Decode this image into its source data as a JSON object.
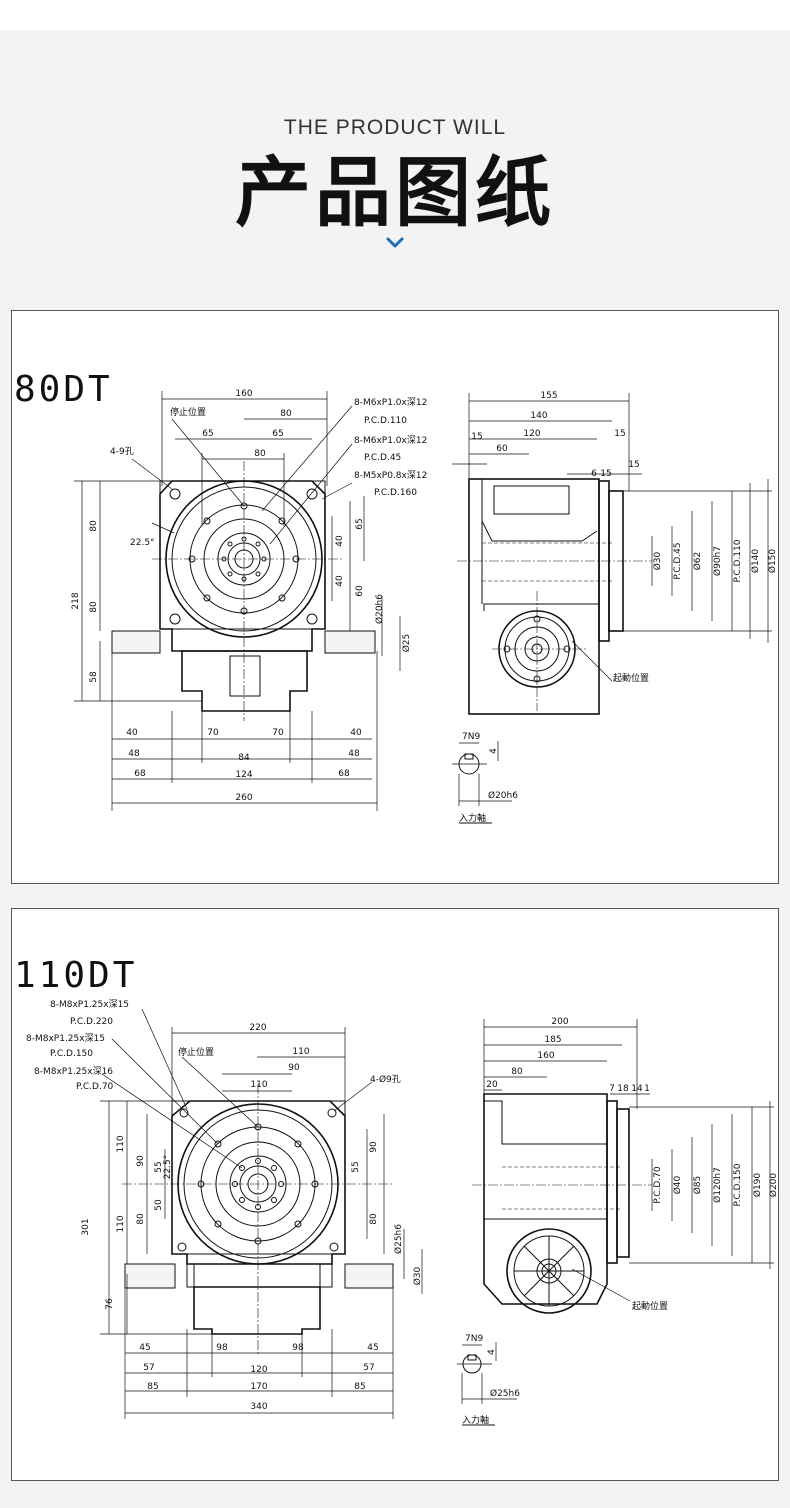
{
  "header": {
    "subtitle": "THE PRODUCT WILL",
    "title": "产品图纸",
    "chevron_icon": "chevron-down-icon",
    "accent_color": "#1a6fb5"
  },
  "drawing_80dt": {
    "model": "80DT",
    "dims": {
      "d160": "160",
      "d80a": "80",
      "d65a": "65",
      "d65b": "65",
      "d80b": "80",
      "stop": "停止位置",
      "holes4": "4-9孔",
      "angle": "22.5°",
      "v80a": "80",
      "v80b": "80",
      "v218": "218",
      "v58": "58",
      "v40a": "40",
      "v40b": "40",
      "v60": "60",
      "v65": "65",
      "phi20": "Ø20h6",
      "phi25": "Ø25",
      "h40a": "40",
      "h48a": "48",
      "h68a": "68",
      "h70a": "70",
      "h70b": "70",
      "h84": "84",
      "h124": "124",
      "h40b": "40",
      "h48b": "48",
      "h68b": "68",
      "h260": "260",
      "c1": "8-M6xP1.0x深12",
      "c2": "P.C.D.110",
      "c3": "8-M6xP1.0x深12",
      "c4": "P.C.D.45",
      "c5": "8-M5xP0.8x深12",
      "c6": "P.C.D.160",
      "s155": "155",
      "s140": "140",
      "s120": "120",
      "s60": "60",
      "s15a": "15",
      "s15b": "15",
      "s6": "6",
      "s15c": "15",
      "s15d": "15",
      "r30": "Ø30",
      "r45": "P.C.D.45",
      "r62": "Ø62",
      "r90": "Ø90h7",
      "r110": "P.C.D.110",
      "r140": "Ø140",
      "r150": "Ø150",
      "start": "起動位置",
      "key": "7N9",
      "key4": "4",
      "shaft": "Ø20h6",
      "input": "入力軸"
    }
  },
  "drawing_110dt": {
    "model": "110DT",
    "dims": {
      "c1": "8-M8xP1.25x深15",
      "c2": "P.C.D.220",
      "c3": "8-M8xP1.25x深15",
      "c4": "P.C.D.150",
      "c5": "8-M8xP1.25x深16",
      "c6": "P.C.D.70",
      "d220": "220",
      "d110": "110",
      "d90": "90",
      "d110b": "110",
      "stop": "停止位置",
      "holes4": "4-Ø9孔",
      "v110a": "110",
      "v90a": "90",
      "v55a": "55",
      "v80a": "80",
      "v50": "50",
      "v110b": "110",
      "v301": "301",
      "v76": "76",
      "angle": "22.5°",
      "v90b": "90",
      "v55b": "55",
      "v80b": "80",
      "phi25": "Ø25h6",
      "phi30": "Ø30",
      "h45a": "45",
      "h57a": "57",
      "h85a": "85",
      "h98a": "98",
      "h98b": "98",
      "h120": "120",
      "h170": "170",
      "h45b": "45",
      "h57b": "57",
      "h85b": "85",
      "h340": "340",
      "s200": "200",
      "s185": "185",
      "s160": "160",
      "s80": "80",
      "s20": "20",
      "s7": "7",
      "s18": "18",
      "s14": "14",
      "s1": "1",
      "r70": "P.C.D.70",
      "r40": "Ø40",
      "r85": "Ø85",
      "r120": "Ø120h7",
      "r150": "P.C.D.150",
      "r190": "Ø190",
      "r200": "Ø200",
      "start": "起動位置",
      "key": "7N9",
      "key4": "4",
      "shaft": "Ø25h6",
      "input": "入力軸"
    }
  }
}
